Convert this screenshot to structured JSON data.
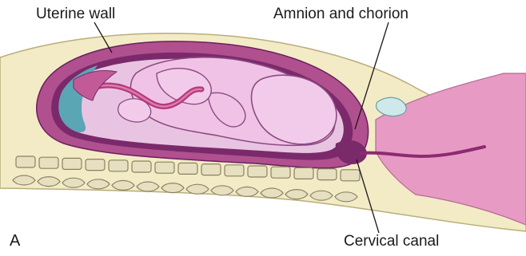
{
  "labels": {
    "uterine_wall": "Uterine wall",
    "amnion_chorion": "Amnion and chorion",
    "cervical_canal": "Cervical canal",
    "panel": "A"
  },
  "colors": {
    "skin": "#f3ebc6",
    "uterine_wall": "#b0508f",
    "uterine_inner": "#7a2a6a",
    "amniotic_cavity": "#e9c4e2",
    "fetus": "#f0c3e6",
    "fetus_outline": "#8c4a82",
    "fluid": "#5aa6b4",
    "bone": "#e6dfc0",
    "bone_outline": "#8a8160",
    "perineum": "#e79ac3"
  }
}
